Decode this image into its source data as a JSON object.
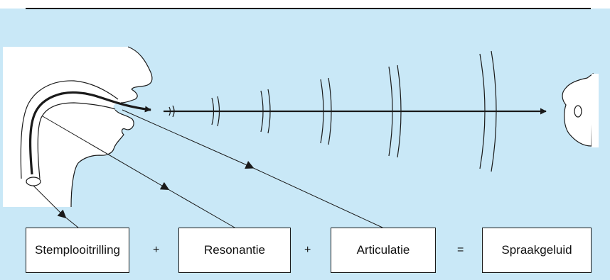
{
  "colors": {
    "panel_background": "#c9e8f7",
    "line": "#1a1a1a",
    "box_fill": "#ffffff"
  },
  "equation": {
    "term1": "Stemplooitrilling",
    "plus1": "+",
    "term2": "Resonantie",
    "plus2": "+",
    "term3": "Articulatie",
    "equals": "=",
    "result": "Spraakgeluid"
  }
}
